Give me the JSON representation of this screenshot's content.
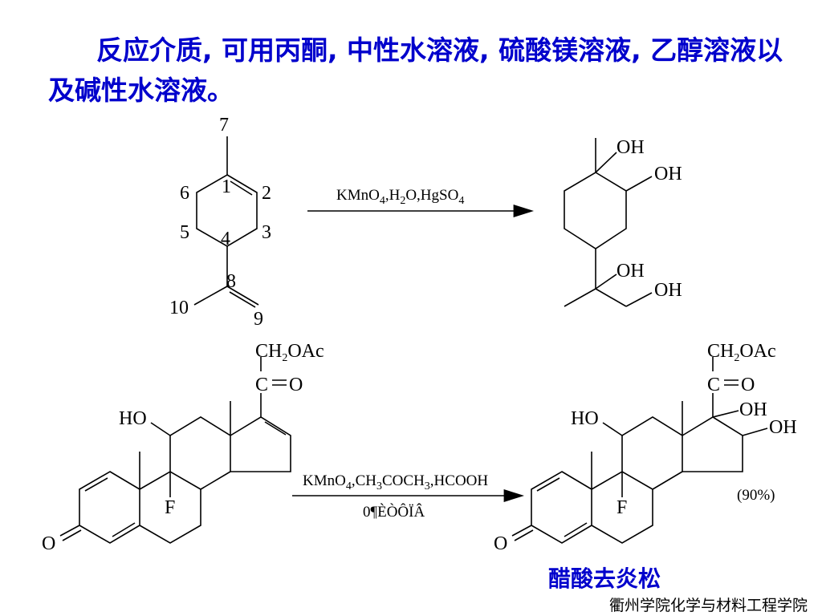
{
  "intro_text": "反应介质, 可用丙酮, 中性水溶液, 硫酸镁溶液, 乙醇溶液以及碱性水溶液。",
  "reaction1": {
    "atom_numbers": [
      "7",
      "1",
      "2",
      "3",
      "4",
      "5",
      "6",
      "8",
      "9",
      "10"
    ],
    "reagents": [
      "KMnO",
      "4",
      ",H",
      "2",
      "O,HgSO",
      "4"
    ],
    "product_groups": [
      "OH",
      "OH",
      "OH",
      "OH"
    ]
  },
  "reaction2": {
    "reactant_groups": [
      "CH",
      "2",
      "OAc",
      "C",
      "O",
      "HO",
      "F",
      "O"
    ],
    "reagents": [
      "KMnO",
      "4",
      ",CH",
      "3",
      "COCH",
      "3",
      ",HCOOH"
    ],
    "condition2": "0¶ÈÒÔÏÂ",
    "product_groups": [
      "CH",
      "2",
      "OAc",
      "C",
      "O",
      "OH",
      "OH",
      "HO",
      "F",
      "O"
    ],
    "yield": "(90%)",
    "product_name": "醋酸去炎松"
  },
  "footer": "衢州学院化学与材料工程学院",
  "colors": {
    "title": "#0000cc",
    "text": "#000000",
    "background": "#ffffff"
  },
  "icons": [
    "reaction-arrow-icon",
    "reaction-arrow-icon"
  ]
}
